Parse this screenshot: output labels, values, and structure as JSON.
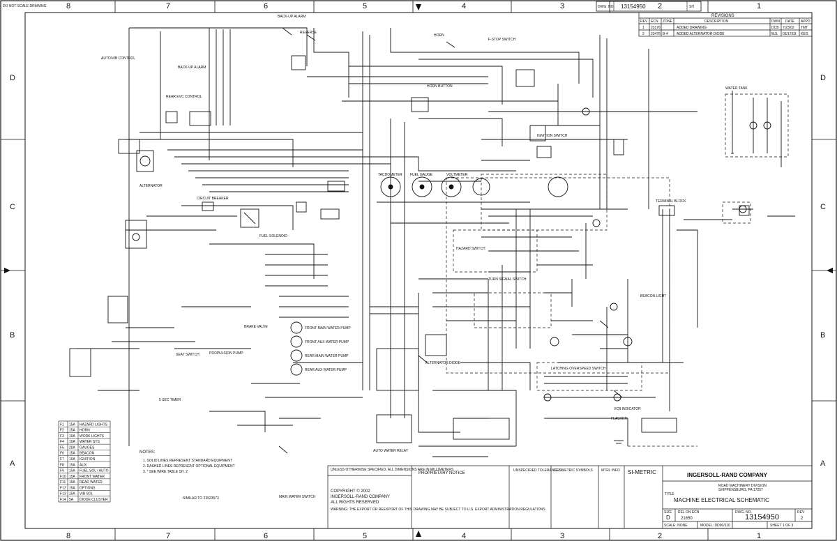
{
  "border": {
    "zone_columns": [
      "8",
      "7",
      "6",
      "5",
      "4",
      "3",
      "2",
      "1"
    ],
    "zone_rows": [
      "D",
      "C",
      "B",
      "A"
    ],
    "do_not_scale": "DO NOT SCALE DRAWING"
  },
  "header": {
    "dwg_no_label": "DWG. NO.",
    "dwg_no": "13154950",
    "sheet_label": "SH"
  },
  "revisions": {
    "title": "REVISIONS",
    "columns": [
      "REV",
      "ECN",
      "ZONE",
      "DESCRIPTION",
      "DWN",
      "DATE",
      "APPD"
    ],
    "rows": [
      [
        "1",
        "23176",
        "",
        "ADDED DRAWING",
        "DCB",
        "7/23/02",
        "TMT"
      ],
      [
        "2",
        "23476",
        "B-4",
        "ADDED ALTERNATOR DIODE",
        "MJL",
        "03/17/03",
        "KEG"
      ]
    ]
  },
  "components": [
    "BACK-UP ALARM",
    "BACK-UP ALARM",
    "REVERSE",
    "HORN",
    "F-STOP SWITCH",
    "HORN BUTTON",
    "REAR EVC CONTROL",
    "AUTO/VIB CONTROL",
    "ALTERNATOR",
    "CIRCUIT BREAKER",
    "FUEL SOLENOID",
    "SEAT SWITCH",
    "IGNITION SWITCH",
    "TACHOMETER",
    "VOLTMETER",
    "FUEL GAUGE",
    "HAZARD SWITCH",
    "TURN SIGNAL SWITCH",
    "LATCHING OVERSPEED SWITCH",
    "VCB INDICATOR",
    "FLASHER",
    "BEACON LIGHT",
    "AUTO WATER RELAY",
    "FRONT MAIN WATER PUMP",
    "FRONT AUX WATER PUMP",
    "REAR MAIN WATER PUMP",
    "REAR AUX WATER PUMP",
    "PROPULSION PUMP",
    "BRAKE VALVE",
    "ALTERNATOR DIODE",
    "MAIN WATER SWITCH",
    "5 SEC TIMER",
    "TERMINAL BLOCK",
    "WATER TANK"
  ],
  "notes": {
    "title": "NOTES:",
    "items": [
      "1. SOLID LINES REPRESENT STANDARD EQUIPMENT",
      "2. DASHED LINES REPRESENT OPTIONAL EQUIPMENT",
      "3. * SEE WIRE TABLE SH. 2"
    ]
  },
  "fuse_table": {
    "rows": [
      [
        "F1",
        "15A",
        "HAZARD LIGHTS"
      ],
      [
        "F2",
        "15A",
        "HORN"
      ],
      [
        "F3",
        "10A",
        "WORK LIGHTS"
      ],
      [
        "F4",
        "10A",
        "WATER SYS"
      ],
      [
        "F5",
        "20A",
        "GAUGES"
      ],
      [
        "F6",
        "15A",
        "BEACON"
      ],
      [
        "F7",
        "10A",
        "IGNITION"
      ],
      [
        "F8",
        "15A",
        "AUX"
      ],
      [
        "F9",
        "15A",
        "FUEL SOL / AUTO"
      ],
      [
        "F10",
        "15A",
        "FRONT WATER"
      ],
      [
        "F11",
        "15A",
        "REAR WATER"
      ],
      [
        "F12",
        "15A",
        "OPTIONS"
      ],
      [
        "F13",
        "15A",
        "VIB SOL"
      ],
      [
        "F14",
        "5A",
        "DIODE CLUSTER"
      ]
    ]
  },
  "similar_to": "SIMILAR TO 23523573",
  "proprietary": {
    "title": "PROPRIETARY NOTICE",
    "unless": "UNLESS OTHERWISE SPECIFIED, ALL DIMENSIONS ARE IN MILLIMETERS",
    "copyright": "COPYRIGHT © 2002",
    "company": "INGERSOLL-RAND COMPANY",
    "rights": "ALL RIGHTS RESERVED",
    "warning": "WARNING: THE EXPORT OR REEXPORT OF THIS DRAWING MAY BE SUBJECT TO U.S. EXPORT ADMINISTRATION REGULATIONS"
  },
  "tolerances": {
    "title": "UNSPECIFIED TOLERANCES"
  },
  "geometric": {
    "title": "GEOMETRIC SYMBOLS"
  },
  "mtrl": {
    "label": "MTRL INFO"
  },
  "si_metric": "SI-METRIC",
  "title_block": {
    "company": "INGERSOLL-RAND COMPANY",
    "division": "ROAD MACHINERY DIVISION",
    "city": "SHIPPENSBURG, PA 17257",
    "title_label": "TITLE",
    "title": "MACHINE ELECTRICAL SCHEMATIC",
    "size_label": "SIZE",
    "size": "D",
    "rel_label": "REL ON ECN",
    "rel": "21650",
    "dwg_label": "DWG. NO.",
    "dwg": "13154950",
    "rev_label": "REV",
    "rev": "2",
    "scale": "SCALE: NONE",
    "model": "MODEL: DD90/110",
    "sheet": "SHEET 1 OF 3"
  }
}
